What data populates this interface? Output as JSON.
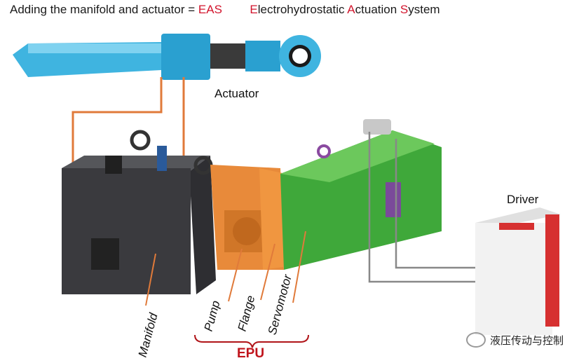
{
  "title": {
    "prefix": "Adding the manifold and actuator = ",
    "eas": "EAS",
    "e": "E",
    "w1": "lectrohydrostatic ",
    "a": "A",
    "w2": "ctuation ",
    "s": "S",
    "w3": "ystem"
  },
  "labels": {
    "actuator": "Actuator",
    "driver": "Driver",
    "manifold": "Manifold",
    "pump": "Pump",
    "flange": "Flange",
    "servomotor": "Servomotor",
    "epu": "EPU"
  },
  "watermark": "液压传动与控制",
  "colors": {
    "red": "#d2142c",
    "actuator": "#3fb4e0",
    "manifold": "#3a3a3e",
    "pump": "#e88a3a",
    "motor": "#3fa83a",
    "leader": "#e07a3a",
    "cable": "#888888"
  }
}
